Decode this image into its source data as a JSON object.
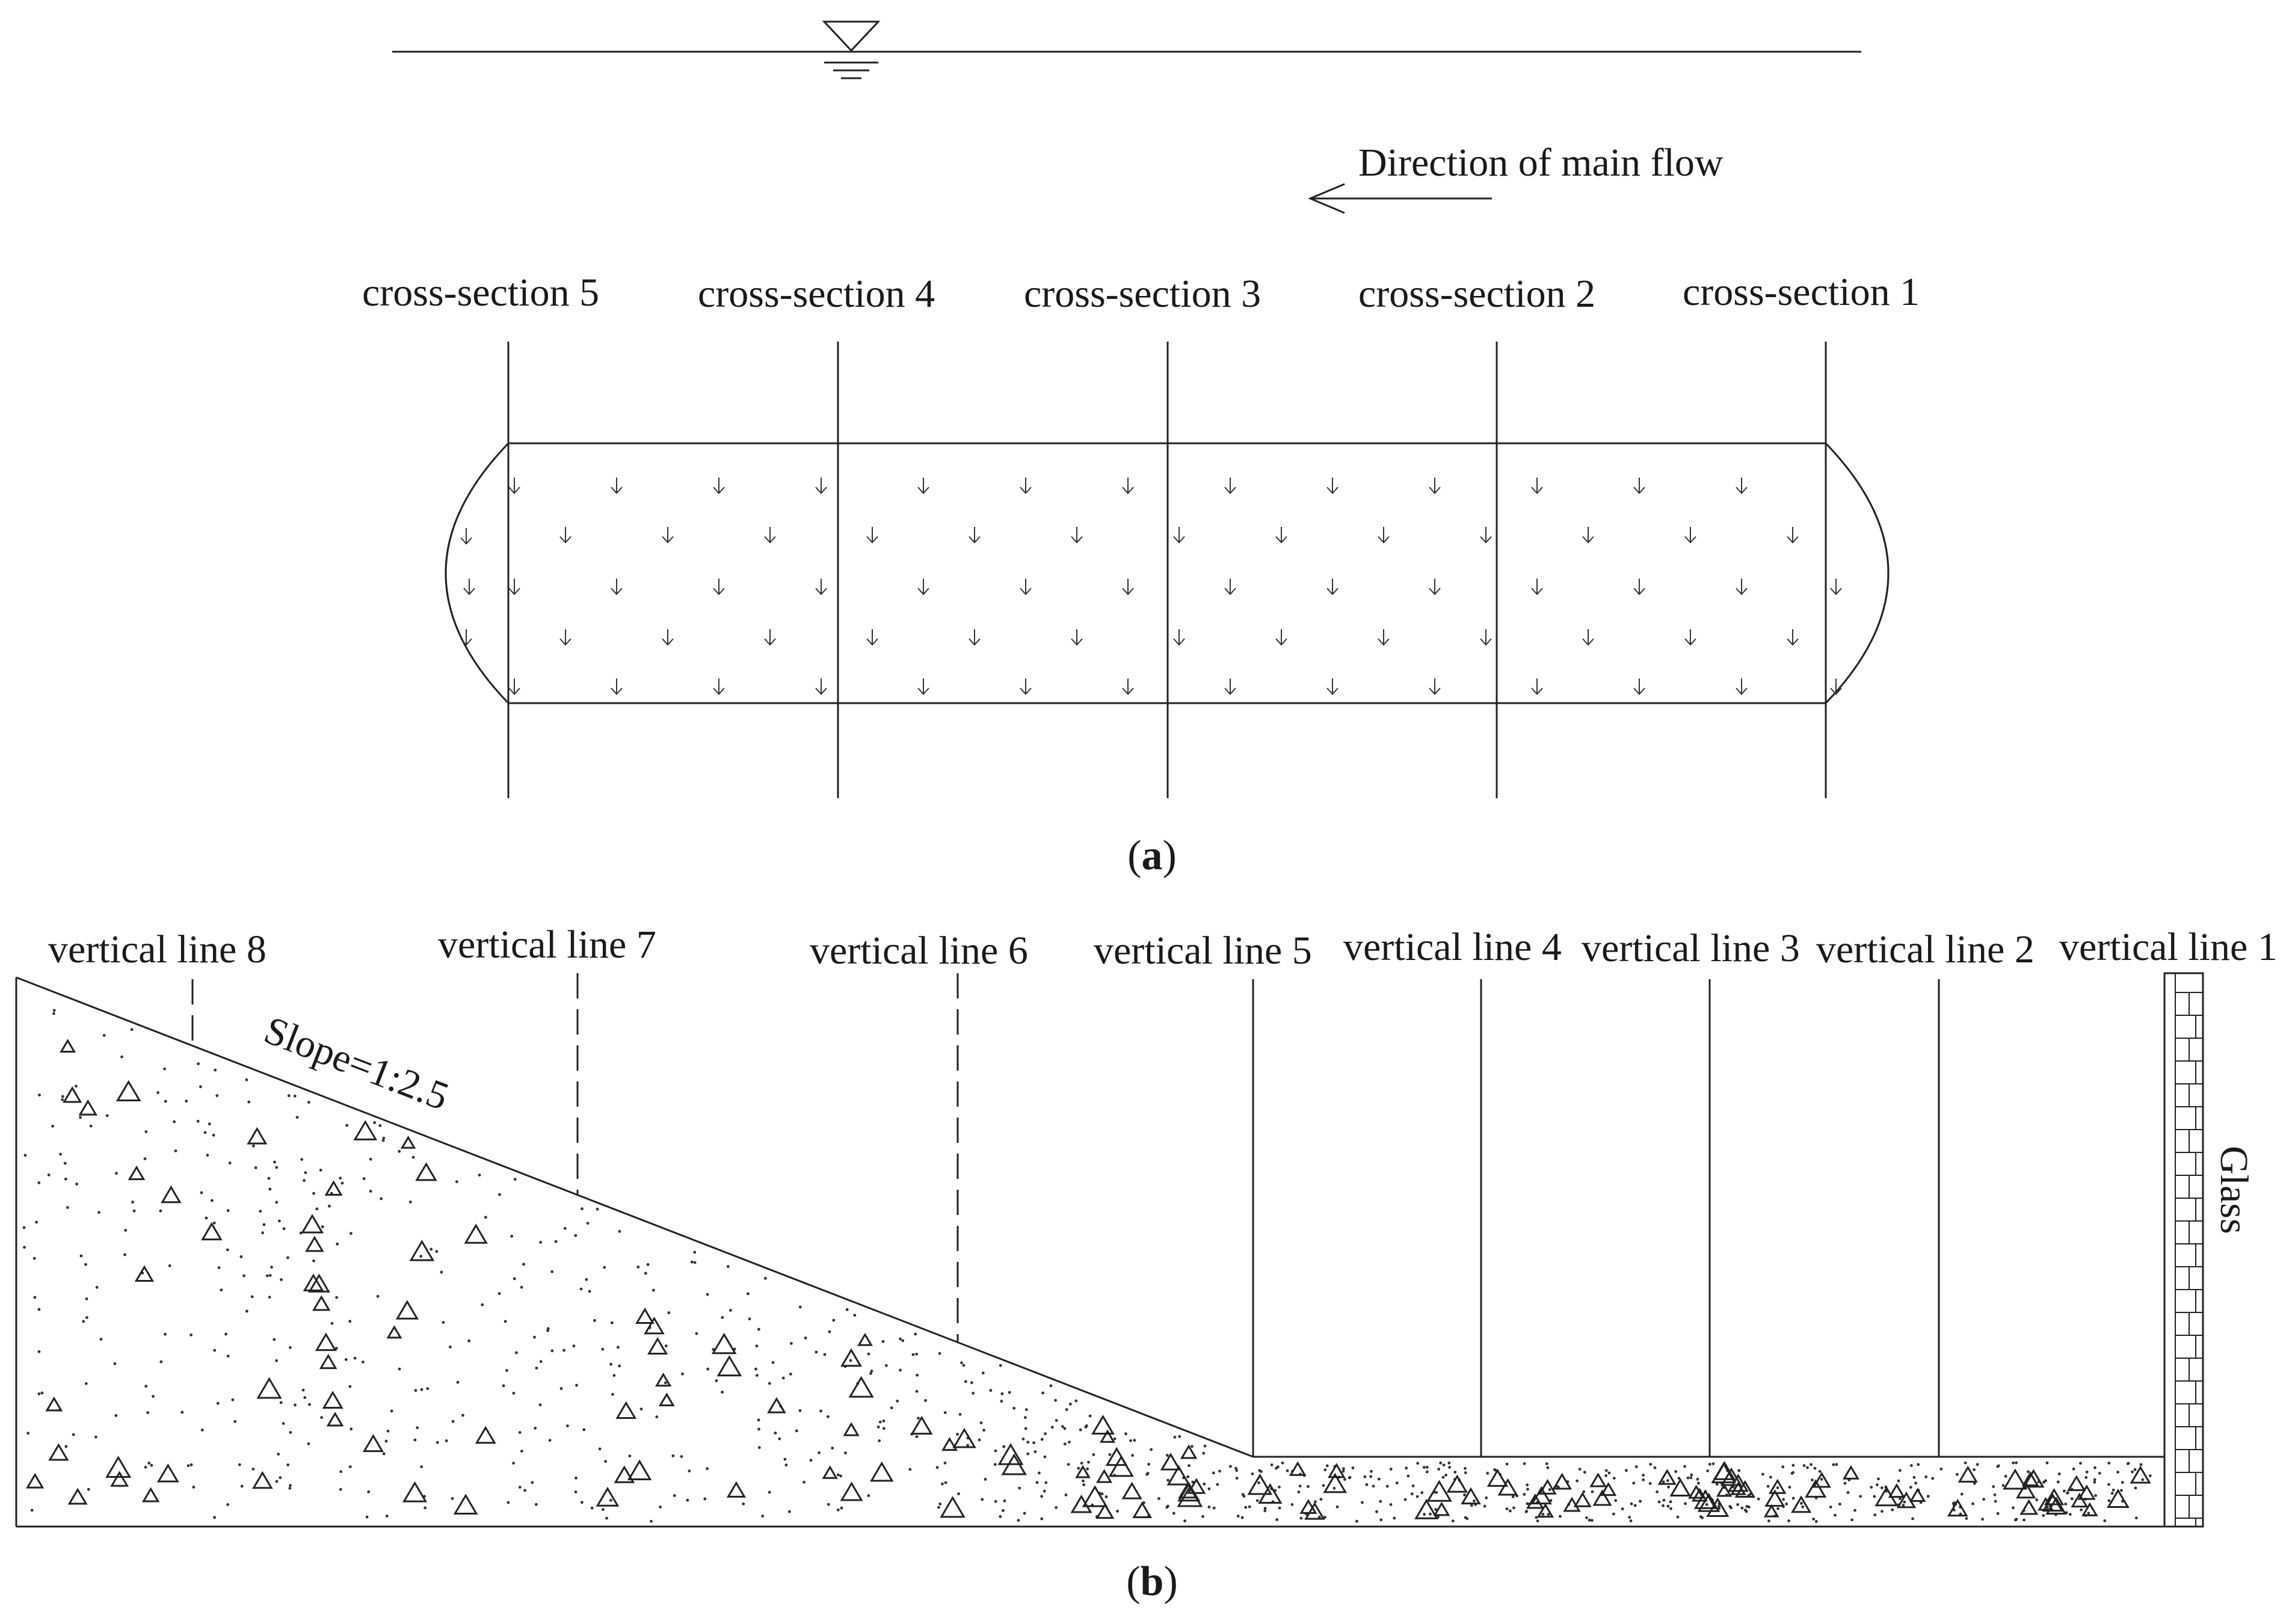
{
  "panel_a": {
    "flow_label": "Direction of main flow",
    "cross_sections": [
      "cross-section 5",
      "cross-section 4",
      "cross-section 3",
      "cross-section 2",
      "cross-section 1"
    ],
    "caption": {
      "open": "(",
      "letter": "a",
      "close": ")"
    }
  },
  "panel_b": {
    "vertical_lines": [
      "vertical line 8",
      "vertical line 7",
      "vertical line 6",
      "vertical line 5",
      "vertical line 4",
      "vertical line 3",
      "vertical line 2",
      "vertical line 1"
    ],
    "slope_label": "Slope=1:2.5",
    "glass_label": "Glass",
    "caption": {
      "open": "(",
      "letter": "b",
      "close": ")"
    }
  }
}
